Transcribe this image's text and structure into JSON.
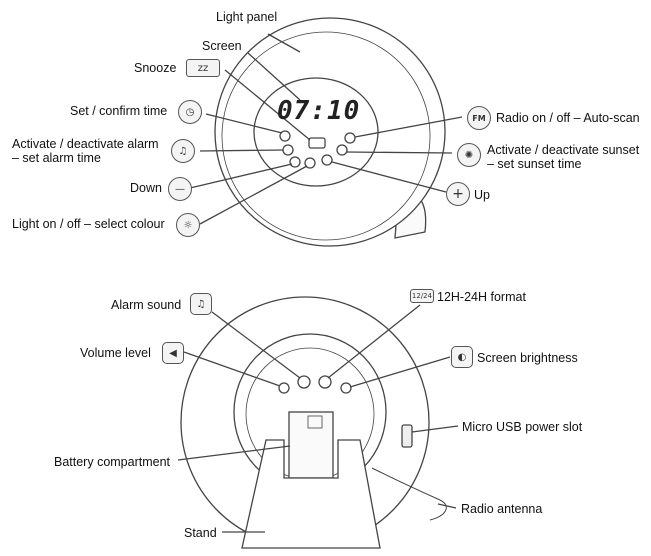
{
  "colors": {
    "line": "#444444",
    "fill": "#f4f4f4",
    "text": "#111111"
  },
  "device_front": {
    "screen_time": "07:10",
    "labels": {
      "light_panel": "Light panel",
      "screen": "Screen",
      "snooze": "Snooze",
      "set_confirm_time": "Set / confirm time",
      "alarm_line1": "Activate / deactivate alarm",
      "alarm_line2": "– set alarm time",
      "down": "Down",
      "light_colour": "Light on / off – select colour",
      "radio": "Radio on / off – Auto-scan",
      "sunset_line1": "Activate / deactivate sunset",
      "sunset_line2": "– set sunset time",
      "up": "Up"
    },
    "icons": {
      "snooze": "snooze-zz-icon",
      "set_time": "clock-icon",
      "alarm": "bell-icon",
      "down": "minus-icon",
      "light": "lightbulb-icon",
      "radio": "FM",
      "sunset": "sun-icon",
      "up": "plus-icon"
    }
  },
  "device_back": {
    "labels": {
      "alarm_sound": "Alarm sound",
      "format": "12H-24H format",
      "volume": "Volume level",
      "brightness": "Screen brightness",
      "usb": "Micro USB power slot",
      "battery": "Battery compartment",
      "antenna": "Radio antenna",
      "stand": "Stand"
    },
    "icons": {
      "alarm_sound": "music-note-icon",
      "format": "12/24",
      "volume": "speaker-icon",
      "brightness": "half-circle-icon"
    }
  }
}
